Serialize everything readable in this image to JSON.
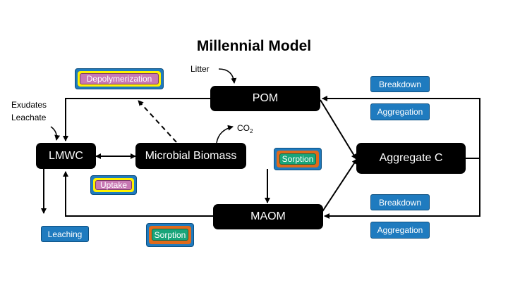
{
  "title": "Millennial Model",
  "pools": {
    "pom": "POM",
    "lmwc": "LMWC",
    "microbial_biomass": "Microbial Biomass",
    "maom": "MAOM",
    "aggregate_c": "Aggregate C"
  },
  "inputs": {
    "litter": "Litter",
    "exudates": "Exudates",
    "leachate": "Leachate",
    "co2_base": "CO",
    "co2_sub": "2"
  },
  "processes": {
    "depolymerization": "Depolymerization",
    "uptake": "Uptake",
    "sorption_upper": "Sorption",
    "sorption_lower": "Sorption",
    "leaching": "Leaching",
    "breakdown_upper": "Breakdown",
    "aggregation_upper": "Aggregation",
    "breakdown_lower": "Breakdown",
    "aggregation_lower": "Aggregation"
  },
  "colors": {
    "pool_fill": "#000000",
    "process_blue": "#1f7bbf",
    "depolymerization_pink": "#c879b4",
    "uptake_yellow_ring": "#fff200",
    "sorption_green": "#19a57a",
    "sorption_orange_ring": "#e06a1b"
  }
}
